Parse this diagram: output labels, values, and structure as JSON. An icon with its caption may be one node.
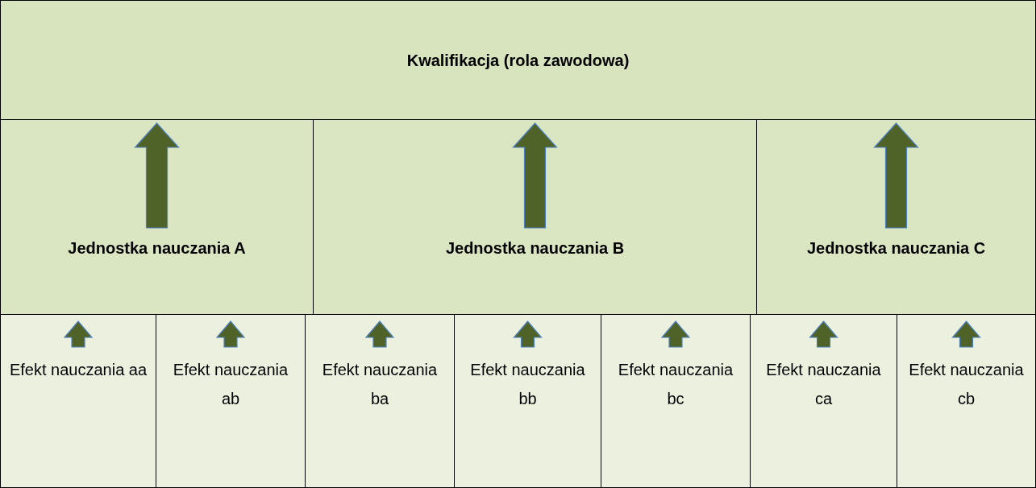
{
  "diagram": {
    "nodes": [
      {
        "text": [
          "Kwalifikacja (rola zawodowa)"
        ]
      },
      {
        "text": [
          "Jednostka nauczania A"
        ]
      },
      {
        "text": [
          "Jednostka nauczania B"
        ]
      },
      {
        "text": [
          "Jednostka nauczania C"
        ]
      },
      {
        "text": [
          "Efekt nauczania aa"
        ]
      },
      {
        "text": [
          "Efekt nauczania ab"
        ]
      },
      {
        "text": [
          "Efekt nauczania ba"
        ]
      },
      {
        "text": [
          "Efekt nauczania bb"
        ]
      },
      {
        "text": [
          "Efekt nauczania bc"
        ]
      },
      {
        "text": [
          "Efekt nauczania ca"
        ]
      },
      {
        "text": [
          "Efekt nauczania cb"
        ]
      }
    ],
    "edges": [
      {
        "from": 1,
        "to": 0,
        "arrow": "to"
      },
      {
        "from": 2,
        "to": 0,
        "arrow": "to"
      },
      {
        "from": 3,
        "to": 0,
        "arrow": "to"
      },
      {
        "from": 4,
        "to": 1,
        "arrow": "to"
      },
      {
        "from": 5,
        "to": 1,
        "arrow": "to"
      },
      {
        "from": 6,
        "to": 2,
        "arrow": "to"
      },
      {
        "from": 7,
        "to": 2,
        "arrow": "to"
      },
      {
        "from": 8,
        "to": 2,
        "arrow": "to"
      },
      {
        "from": 9,
        "to": 3,
        "arrow": "to"
      },
      {
        "from": 10,
        "to": 3,
        "arrow": "to"
      }
    ]
  }
}
